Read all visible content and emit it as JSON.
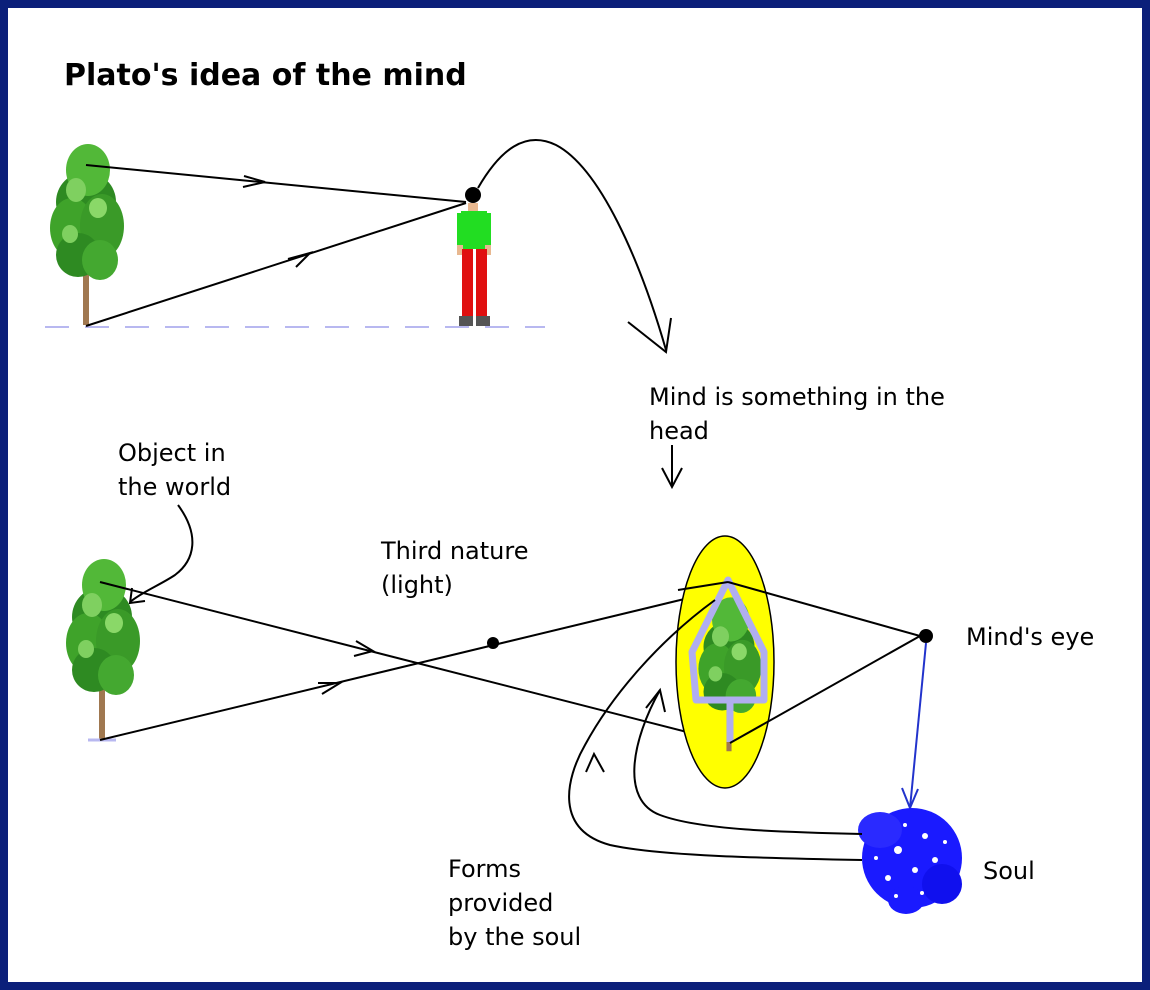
{
  "title": "Plato's idea of the mind",
  "labels": {
    "mind_in_head": [
      "Mind is something in the",
      "head"
    ],
    "object_in_world": [
      "Object in",
      "the world"
    ],
    "third_nature": [
      "Third nature",
      "(light)"
    ],
    "minds_eye": "Mind's eye",
    "soul": "Soul",
    "forms": [
      "Forms",
      "provided",
      "by the soul"
    ]
  },
  "colors": {
    "border": "#0b1f7a",
    "ellipse_fill": "#ffff00",
    "form_outline": "#b0aef0",
    "soul": "#1a1aff",
    "soul_arrow": "#2233cc",
    "ground": "#b8b8f0",
    "foliage": "#3fa32a",
    "shirt": "#22dd22",
    "trousers": "#e01010"
  },
  "icons": [
    "tree-icon",
    "person-icon",
    "soul-icon",
    "minds-eye-icon"
  ]
}
